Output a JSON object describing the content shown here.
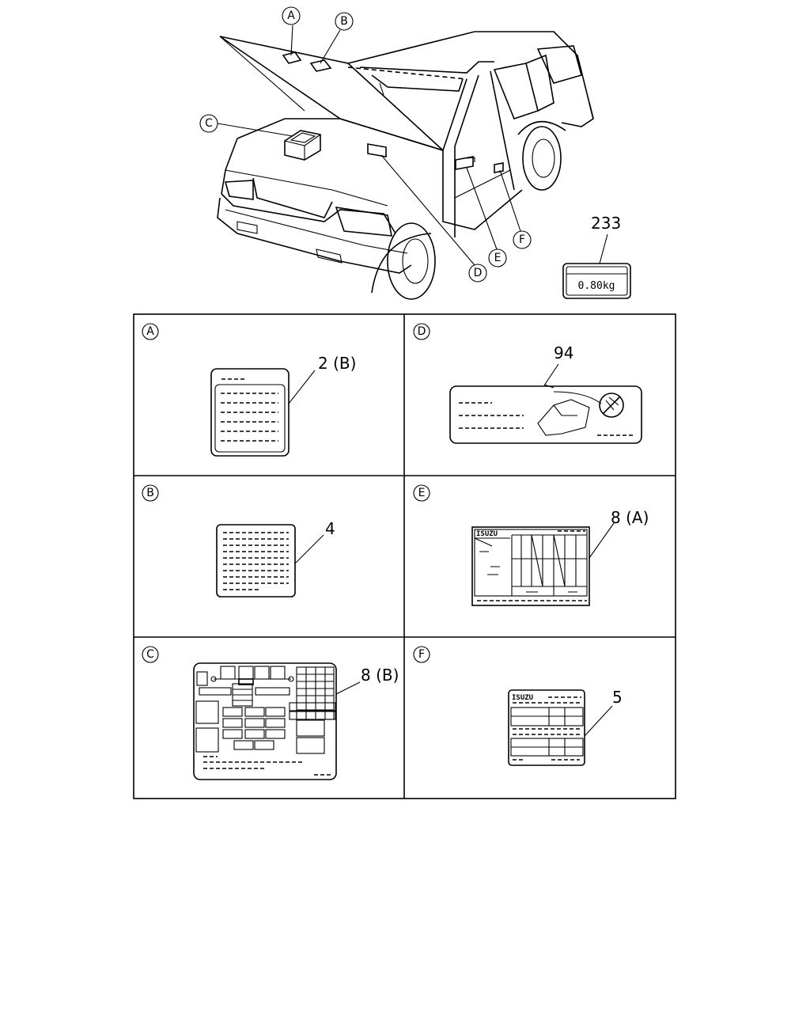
{
  "vehicle_callouts": [
    "A",
    "B",
    "C",
    "D",
    "E",
    "F"
  ],
  "weight_tag": {
    "part_number": "233",
    "value": "0.80kg"
  },
  "panels": [
    {
      "letter": "A",
      "part_label": "2 (B)"
    },
    {
      "letter": "D",
      "part_label": "94"
    },
    {
      "letter": "B",
      "part_label": "4"
    },
    {
      "letter": "E",
      "part_label": "8 (A)",
      "brand": "ISUZU"
    },
    {
      "letter": "C",
      "part_label": "8 (B)"
    },
    {
      "letter": "F",
      "part_label": "5",
      "brand": "ISUZU"
    }
  ]
}
